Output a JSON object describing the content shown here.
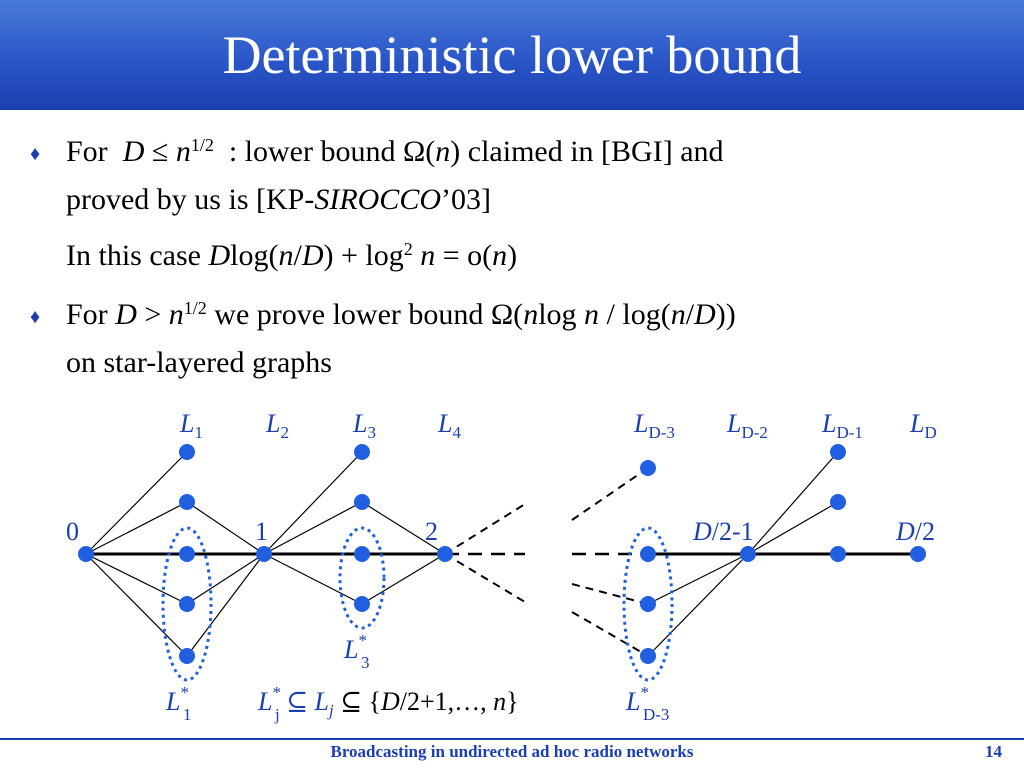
{
  "slide": {
    "title": "Deterministic lower bound",
    "footer": "Broadcasting in undirected ad hoc radio networks",
    "page_number": "14"
  },
  "bullets": {
    "b1": {
      "for": "For",
      "D": "D",
      "leq": "≤",
      "n": "n",
      "exp": "1/2",
      "text1": ": lower bound Ω(",
      "n2": "n",
      "text2": ") claimed in [BGI] and",
      "line2a": "proved by us is [KP-",
      "sirocco": "SIROCCO",
      "line2b": "’03]"
    },
    "case": {
      "text1": "In this case ",
      "D": "D",
      "log1": "log(",
      "n": "n",
      "slash": "/",
      "D2": "D",
      "text2": ") + log",
      "sq": "2",
      "space_n": "n",
      "eq": " = o(",
      "n3": "n",
      "close": ")"
    },
    "b2": {
      "for": "For ",
      "D": "D",
      "gt": " > ",
      "n": "n",
      "exp": "1/2",
      "text1": "  we prove lower bound  Ω(",
      "n2": "n",
      "log": "log ",
      "n3": "n",
      "text2": " / log(",
      "n4": "n",
      "slash": "/",
      "D2": "D",
      "close": "))",
      "line2": "on star-layered graphs"
    }
  },
  "diagram": {
    "layers": [
      {
        "base": "L",
        "sub": "1"
      },
      {
        "base": "L",
        "sub": "2"
      },
      {
        "base": "L",
        "sub": "3"
      },
      {
        "base": "L",
        "sub": "4"
      },
      {
        "base": "L",
        "sub": "D-3"
      },
      {
        "base": "L",
        "sub": "D-2"
      },
      {
        "base": "L",
        "sub": "D-1"
      },
      {
        "base": "L",
        "sub": "D"
      }
    ],
    "nodes": [
      "0",
      "1",
      "2"
    ],
    "node_right1_a": "D",
    "node_right1_b": "/2-1",
    "node_right2_a": "D",
    "node_right2_b": "/2",
    "star3": {
      "base": "L",
      "sup": "*",
      "sub": "3"
    },
    "star1": {
      "base": "L",
      "sup": "*",
      "sub": "1"
    },
    "starD3": {
      "base": "L",
      "sup": "*",
      "sub": "D-3"
    },
    "formula": {
      "base1": "L",
      "sup1": "*",
      "sub1": "j",
      "subset1": " ⊆ ",
      "base2": "L",
      "sub2": "j",
      "subset2": " ⊆ {",
      "D": "D",
      "rest": "/2+1,…, ",
      "n": "n",
      "close": "}"
    },
    "colors": {
      "node": "#1f5fe0",
      "label": "#1b3fae",
      "ellipse": "#1f5fe0"
    }
  }
}
